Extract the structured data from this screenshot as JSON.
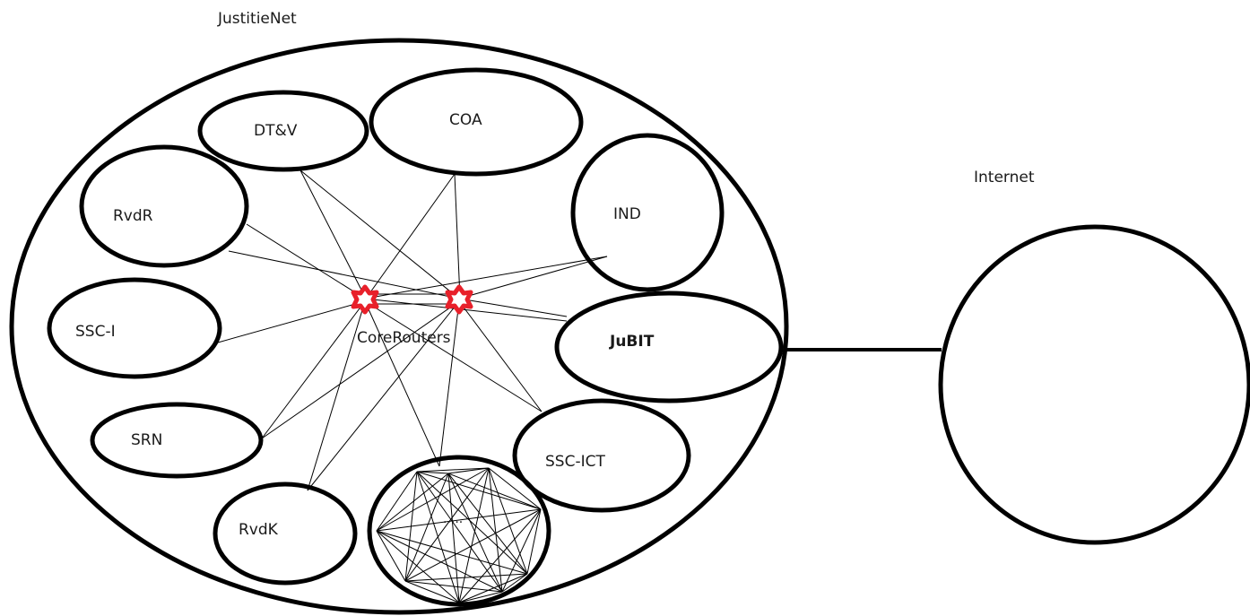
{
  "diagram": {
    "network_label": "JustitieNet",
    "internet_label": "Internet",
    "core_label": "CoreRouters",
    "colors": {
      "line": "#000000",
      "router": "#e8202a",
      "background": "#ffffff"
    },
    "nodes": {
      "dtv": "DT&V",
      "coa": "COA",
      "rvdr": "RvdR",
      "ind": "IND",
      "ssci": "SSC-I",
      "jubit": "JuBIT",
      "srn": "SRN",
      "sscict": "SSC-ICT",
      "rvdk": "RvdK",
      "other": "....."
    }
  }
}
